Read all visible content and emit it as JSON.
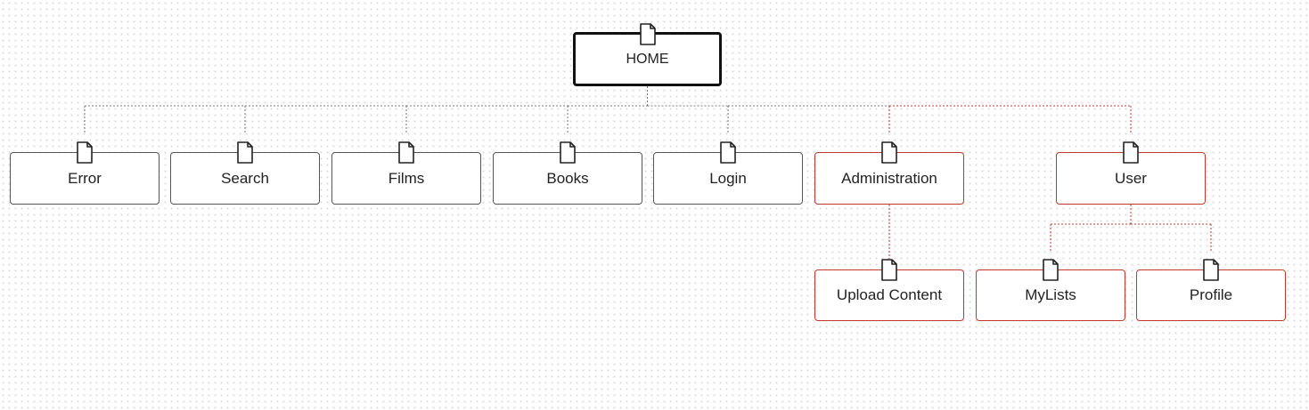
{
  "diagram": {
    "type": "sitemap",
    "root": {
      "id": "home",
      "label": "HOME",
      "icon": "page-icon"
    },
    "nodes": [
      {
        "id": "error",
        "label": "Error",
        "parent": "home",
        "icon": "page-icon",
        "highlighted": false
      },
      {
        "id": "search",
        "label": "Search",
        "parent": "home",
        "icon": "page-icon",
        "highlighted": false
      },
      {
        "id": "films",
        "label": "Films",
        "parent": "home",
        "icon": "page-icon",
        "highlighted": false
      },
      {
        "id": "books",
        "label": "Books",
        "parent": "home",
        "icon": "page-icon",
        "highlighted": false
      },
      {
        "id": "login",
        "label": "Login",
        "parent": "home",
        "icon": "page-icon",
        "highlighted": false
      },
      {
        "id": "administration",
        "label": "Administration",
        "parent": "home",
        "icon": "page-icon",
        "highlighted": true
      },
      {
        "id": "user",
        "label": "User",
        "parent": "home",
        "icon": "page-icon",
        "highlighted": true
      },
      {
        "id": "upload-content",
        "label": "Upload Content",
        "parent": "administration",
        "icon": "page-icon",
        "highlighted": true
      },
      {
        "id": "mylists",
        "label": "MyLists",
        "parent": "user",
        "icon": "page-icon",
        "highlighted": true
      },
      {
        "id": "profile",
        "label": "Profile",
        "parent": "user",
        "icon": "page-icon",
        "highlighted": true
      }
    ]
  },
  "colors": {
    "highlight": "#c0392b",
    "border": "#555555",
    "root_border": "#111111",
    "connector": "#777777",
    "background_dots": "#d9d9d9"
  }
}
